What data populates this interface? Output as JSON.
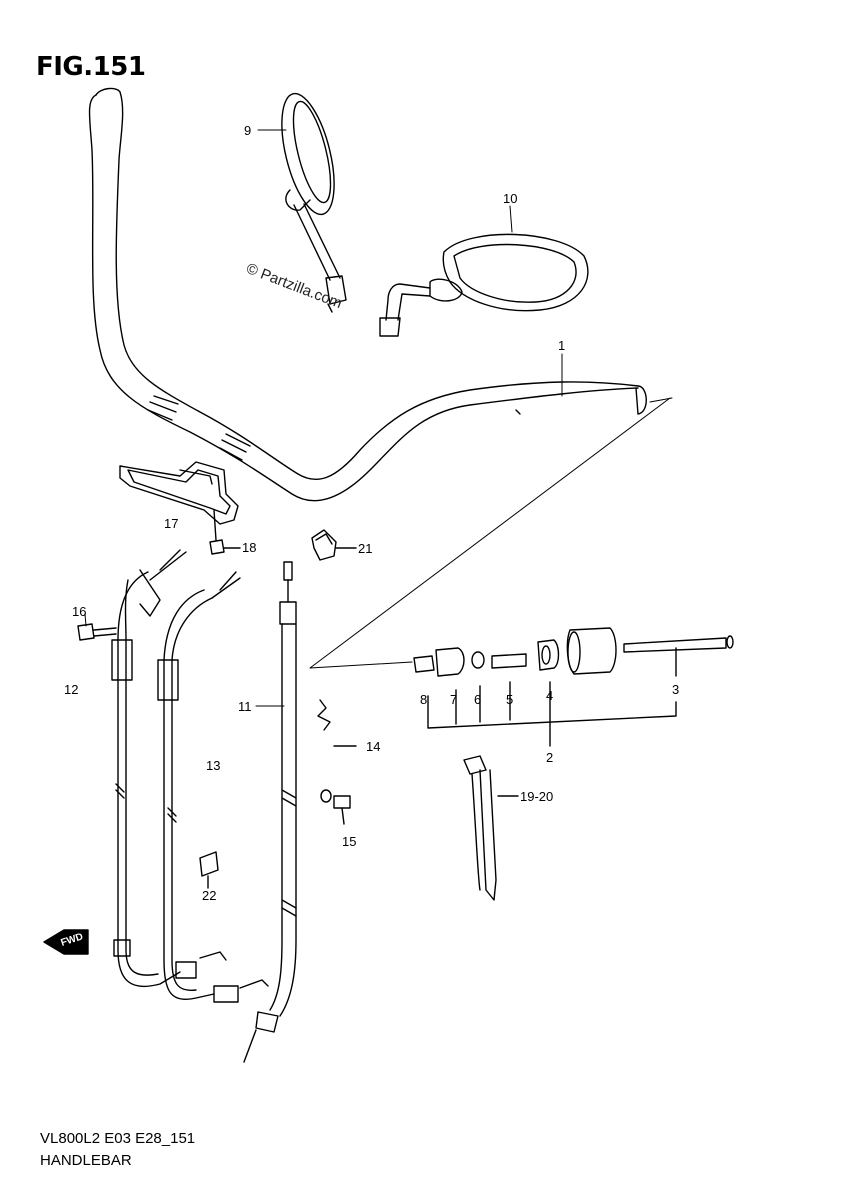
{
  "figure": {
    "title": "FIG.151",
    "footer_code": "VL800L2 E03 E28_151",
    "footer_name": "HANDLEBAR",
    "watermark": "© Partzilla.com",
    "forward_label": "FWD"
  },
  "callouts": [
    {
      "id": "c1",
      "text": "1"
    },
    {
      "id": "c2",
      "text": "2"
    },
    {
      "id": "c3",
      "text": "3"
    },
    {
      "id": "c4",
      "text": "4"
    },
    {
      "id": "c5",
      "text": "5"
    },
    {
      "id": "c6",
      "text": "6"
    },
    {
      "id": "c7",
      "text": "7"
    },
    {
      "id": "c8",
      "text": "8"
    },
    {
      "id": "c9",
      "text": "9"
    },
    {
      "id": "c10",
      "text": "10"
    },
    {
      "id": "c11",
      "text": "11"
    },
    {
      "id": "c12",
      "text": "12"
    },
    {
      "id": "c13",
      "text": "13"
    },
    {
      "id": "c14",
      "text": "14"
    },
    {
      "id": "c15",
      "text": "15"
    },
    {
      "id": "c16",
      "text": "16"
    },
    {
      "id": "c17",
      "text": "17"
    },
    {
      "id": "c18",
      "text": "18"
    },
    {
      "id": "c19-20",
      "text": "19-20"
    },
    {
      "id": "c21",
      "text": "21"
    },
    {
      "id": "c22",
      "text": "22"
    }
  ]
}
